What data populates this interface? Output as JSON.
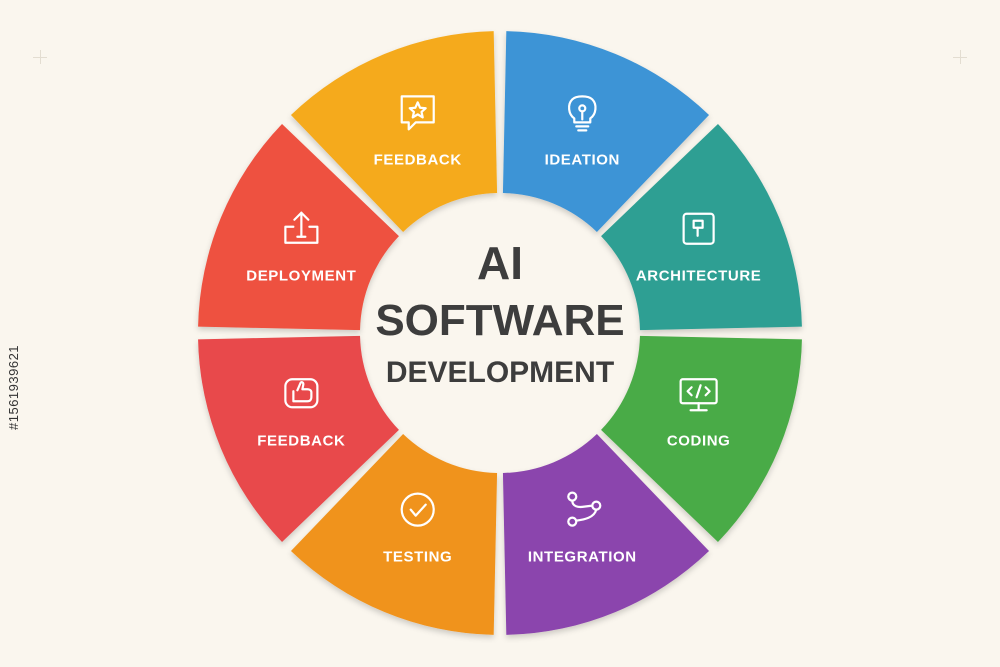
{
  "title": {
    "line1": "AI",
    "line2": "SOFTWARE",
    "line3": "DEVELOPMENT",
    "color": "#3d3d3d"
  },
  "segments": [
    {
      "label": "IDEATION",
      "color": "#3d94d6",
      "icon": "lightbulb-icon"
    },
    {
      "label": "ARCHITECTURE",
      "color": "#2f9f93",
      "icon": "blueprint-icon"
    },
    {
      "label": "CODING",
      "color": "#4aab46",
      "icon": "code-monitor-icon"
    },
    {
      "label": "INTEGRATION",
      "color": "#8b44ad",
      "icon": "connection-nodes-icon"
    },
    {
      "label": "TESTING",
      "color": "#f0931f",
      "icon": "checkmark-circle-icon"
    },
    {
      "label": "FEEDBACK",
      "color": "#e8484c",
      "icon": "thumbs-up-icon"
    },
    {
      "label": "DEPLOYMENT",
      "color": "#ee5140",
      "icon": "upload-icon"
    },
    {
      "label": "FEEDBACK",
      "color": "#f5aa1c",
      "icon": "star-chat-icon"
    }
  ],
  "stock_id": "#1561939621"
}
